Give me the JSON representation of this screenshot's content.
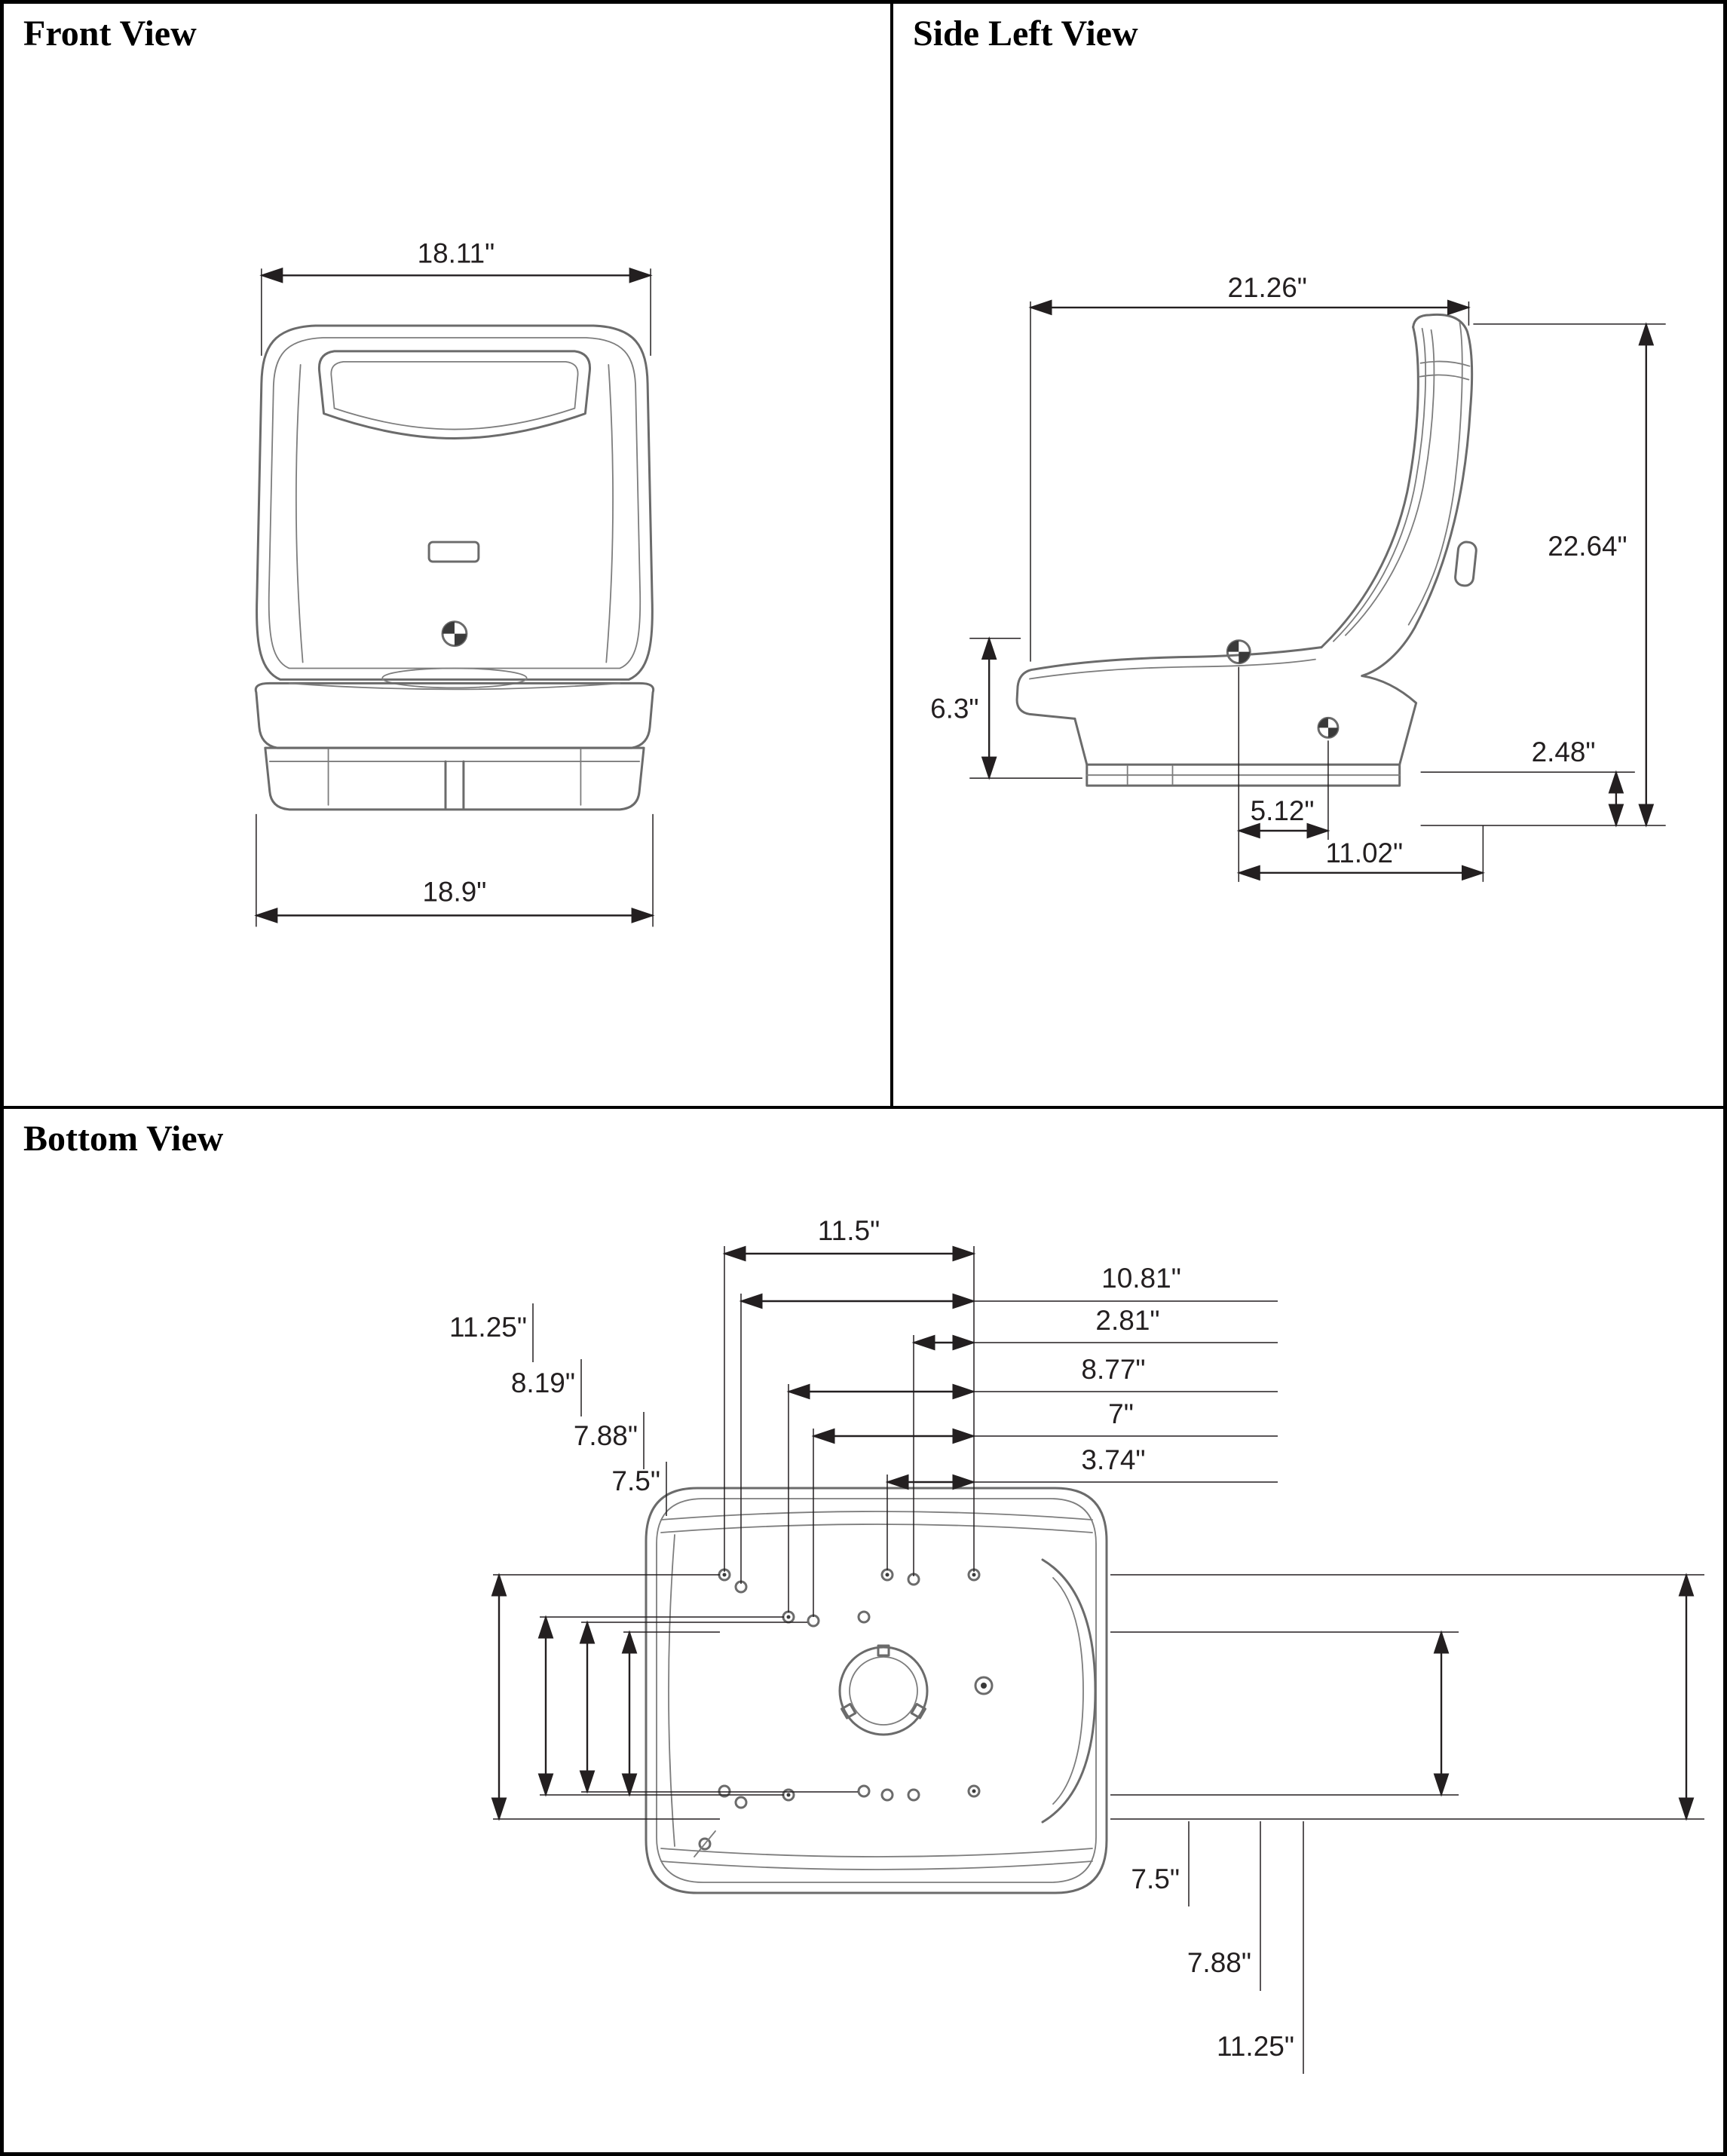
{
  "colors": {
    "line": "#231f20",
    "drawing": "#6b6b6b",
    "background": "#ffffff"
  },
  "views": {
    "front": {
      "title": "Front View",
      "dims": {
        "top_width": "18.11\"",
        "bottom_width": "18.9\""
      }
    },
    "side": {
      "title": "Side Left View",
      "dims": {
        "overall_depth": "21.26\"",
        "overall_height": "22.64\"",
        "cushion_front_height": "6.3\"",
        "rail_height": "2.48\"",
        "hole_spacing": "5.12\"",
        "rail_length": "11.02\""
      }
    },
    "bottom": {
      "title": "Bottom View",
      "dims_top": {
        "w1": "11.5\"",
        "w2": "10.81\"",
        "w3": "2.81\"",
        "w4": "8.77\"",
        "w5": "7\"",
        "w6": "3.74\""
      },
      "dims_left": {
        "l1": "11.25\"",
        "l2": "8.19\"",
        "l3": "7.88\"",
        "l4": "7.5\""
      },
      "dims_right": {
        "r1": "7.5\"",
        "r2": "7.88\"",
        "r3": "11.25\""
      }
    }
  }
}
